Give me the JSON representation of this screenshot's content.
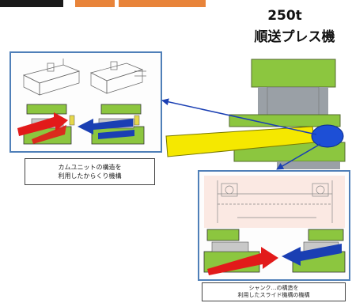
{
  "press": {
    "tonnage": "250t",
    "name": "順送プレス機"
  },
  "captions": {
    "left_line1": "カムユニットの構造を",
    "left_line2": "利用したからくり機構",
    "right_line1": "シャンク…の構造を",
    "right_line2": "利用したスライド機構の機構"
  },
  "colors": {
    "panel_border": "#4f7fb8",
    "press_green": "#8cc63f",
    "press_gray": "#9aa0a6",
    "arm_yellow": "#f5e800",
    "arrow_red": "#e21a1a",
    "arrow_blue": "#1a3fb3",
    "highlight_blue": "#1d4fd6",
    "banner_orange": "#e8843a"
  }
}
